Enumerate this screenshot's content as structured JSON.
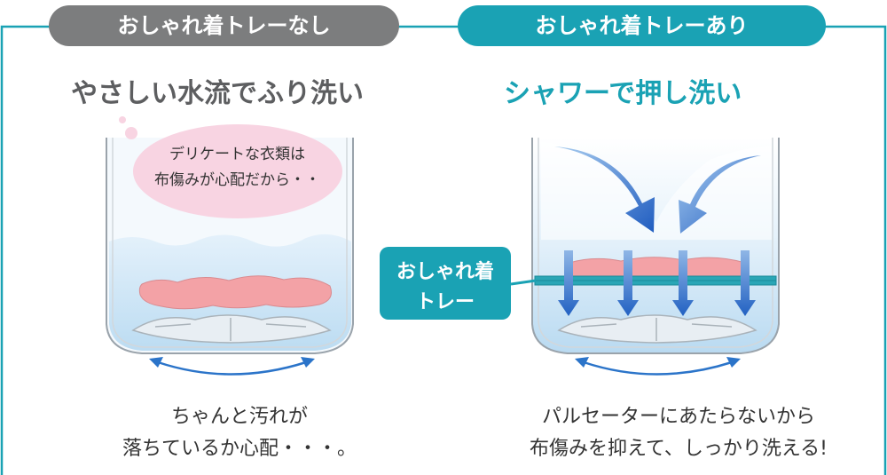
{
  "tabs": {
    "left": "おしゃれ着トレーなし",
    "right": "おしゃれ着トレーあり"
  },
  "headings": {
    "left": "やさしい水流でふり洗い",
    "right": "シャワーで押し洗い"
  },
  "bubble": {
    "line1": "デリケートな衣類は",
    "line2": "布傷みが心配だから・・"
  },
  "tray_label": {
    "line1": "おしゃれ着",
    "line2": "トレー"
  },
  "captions": {
    "left_line1": "ちゃんと汚れが",
    "left_line2": "落ちているか心配・・・。",
    "right_line1": "パルセーターにあたらないから",
    "right_line2": "布傷みを抑えて、しっかり洗える!"
  },
  "colors": {
    "accent_teal": "#1aa2b4",
    "tab_gray": "#7c7d7e",
    "heading_gray": "#5d5e60",
    "garment_pink": "#f3a2a6",
    "bubble_pink": "#f8d4e2",
    "arrow_blue": "#2266c6"
  }
}
